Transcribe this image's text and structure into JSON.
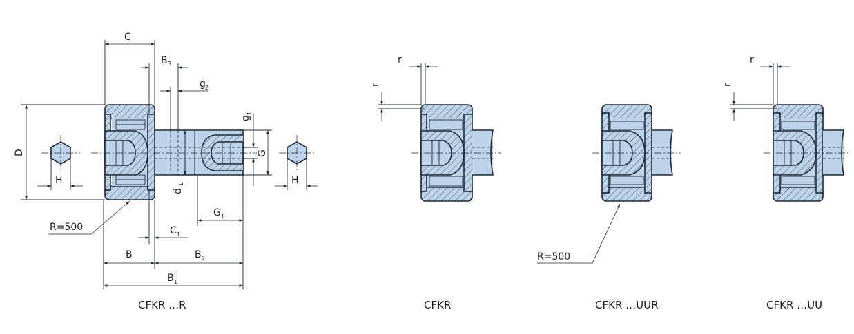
{
  "labels": {
    "C": "C",
    "B3": "B",
    "B3_sub": "3",
    "g2": "g",
    "g2_sub": "2",
    "g1": "g",
    "g1_sub": "1",
    "D": "D",
    "G": "G",
    "H_left": "H",
    "H_right": "H",
    "d1": "d",
    "d1_sub": "1",
    "G1": "G",
    "G1_sub": "1",
    "R500_first": "R=500",
    "C1": "C",
    "C1_sub": "1",
    "B": "B",
    "B2": "B",
    "B2_sub": "2",
    "B1": "B",
    "B1_sub": "1",
    "r_h_2": "r",
    "r_v_2": "r",
    "R500_third": "R=500",
    "r_h_4": "r",
    "r_v_4": "r"
  },
  "captions": [
    "CFKR …R",
    "CFKR",
    "CFKR …UUR",
    "CFKR …UU"
  ],
  "colors": {
    "fill": "#bcd3ea",
    "line": "#1e2a36"
  }
}
